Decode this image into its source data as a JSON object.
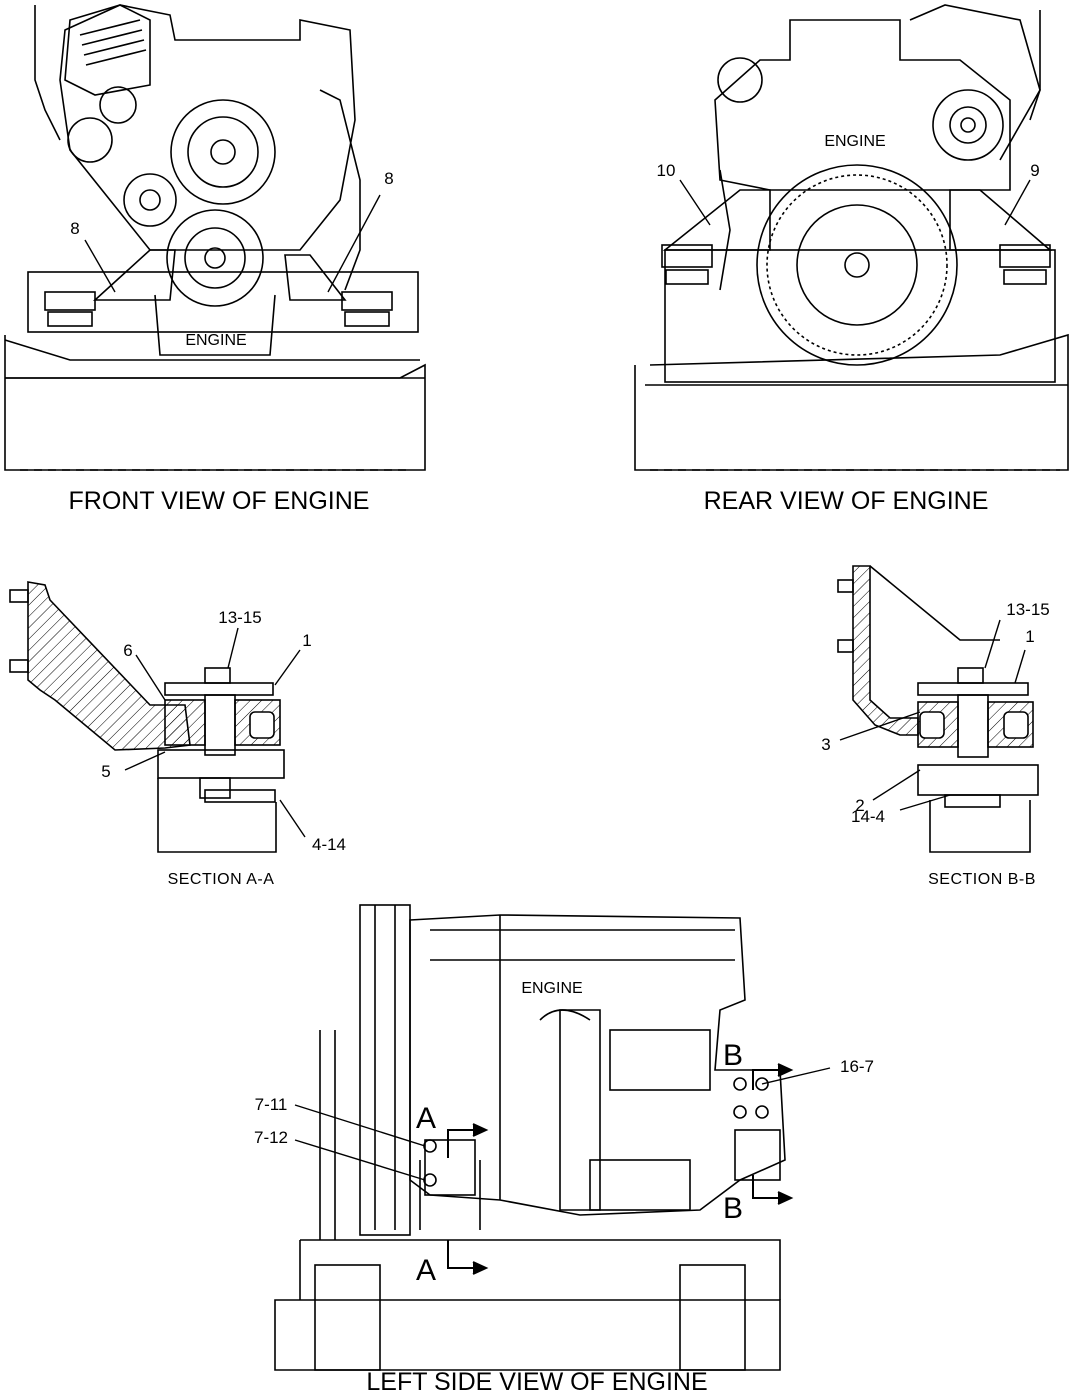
{
  "views": {
    "front": {
      "caption": "FRONT VIEW OF ENGINE",
      "engine_label": "ENGINE",
      "callouts": [
        "8",
        "8"
      ]
    },
    "rear": {
      "caption": "REAR VIEW OF ENGINE",
      "engine_label": "ENGINE",
      "callouts": [
        "10",
        "9"
      ]
    },
    "section_aa": {
      "caption": "SECTION  A-A",
      "callouts": [
        "13-15",
        "1",
        "6",
        "5",
        "4-14"
      ]
    },
    "section_bb": {
      "caption": "SECTION  B-B",
      "callouts": [
        "13-15",
        "1",
        "3",
        "2",
        "14-4"
      ]
    },
    "left_side": {
      "caption": "LEFT SIDE VIEW OF ENGINE",
      "engine_label": "ENGINE",
      "callouts": [
        "7-11",
        "7-12",
        "16-7"
      ],
      "section_markers": [
        "A",
        "A",
        "B",
        "B"
      ]
    }
  }
}
